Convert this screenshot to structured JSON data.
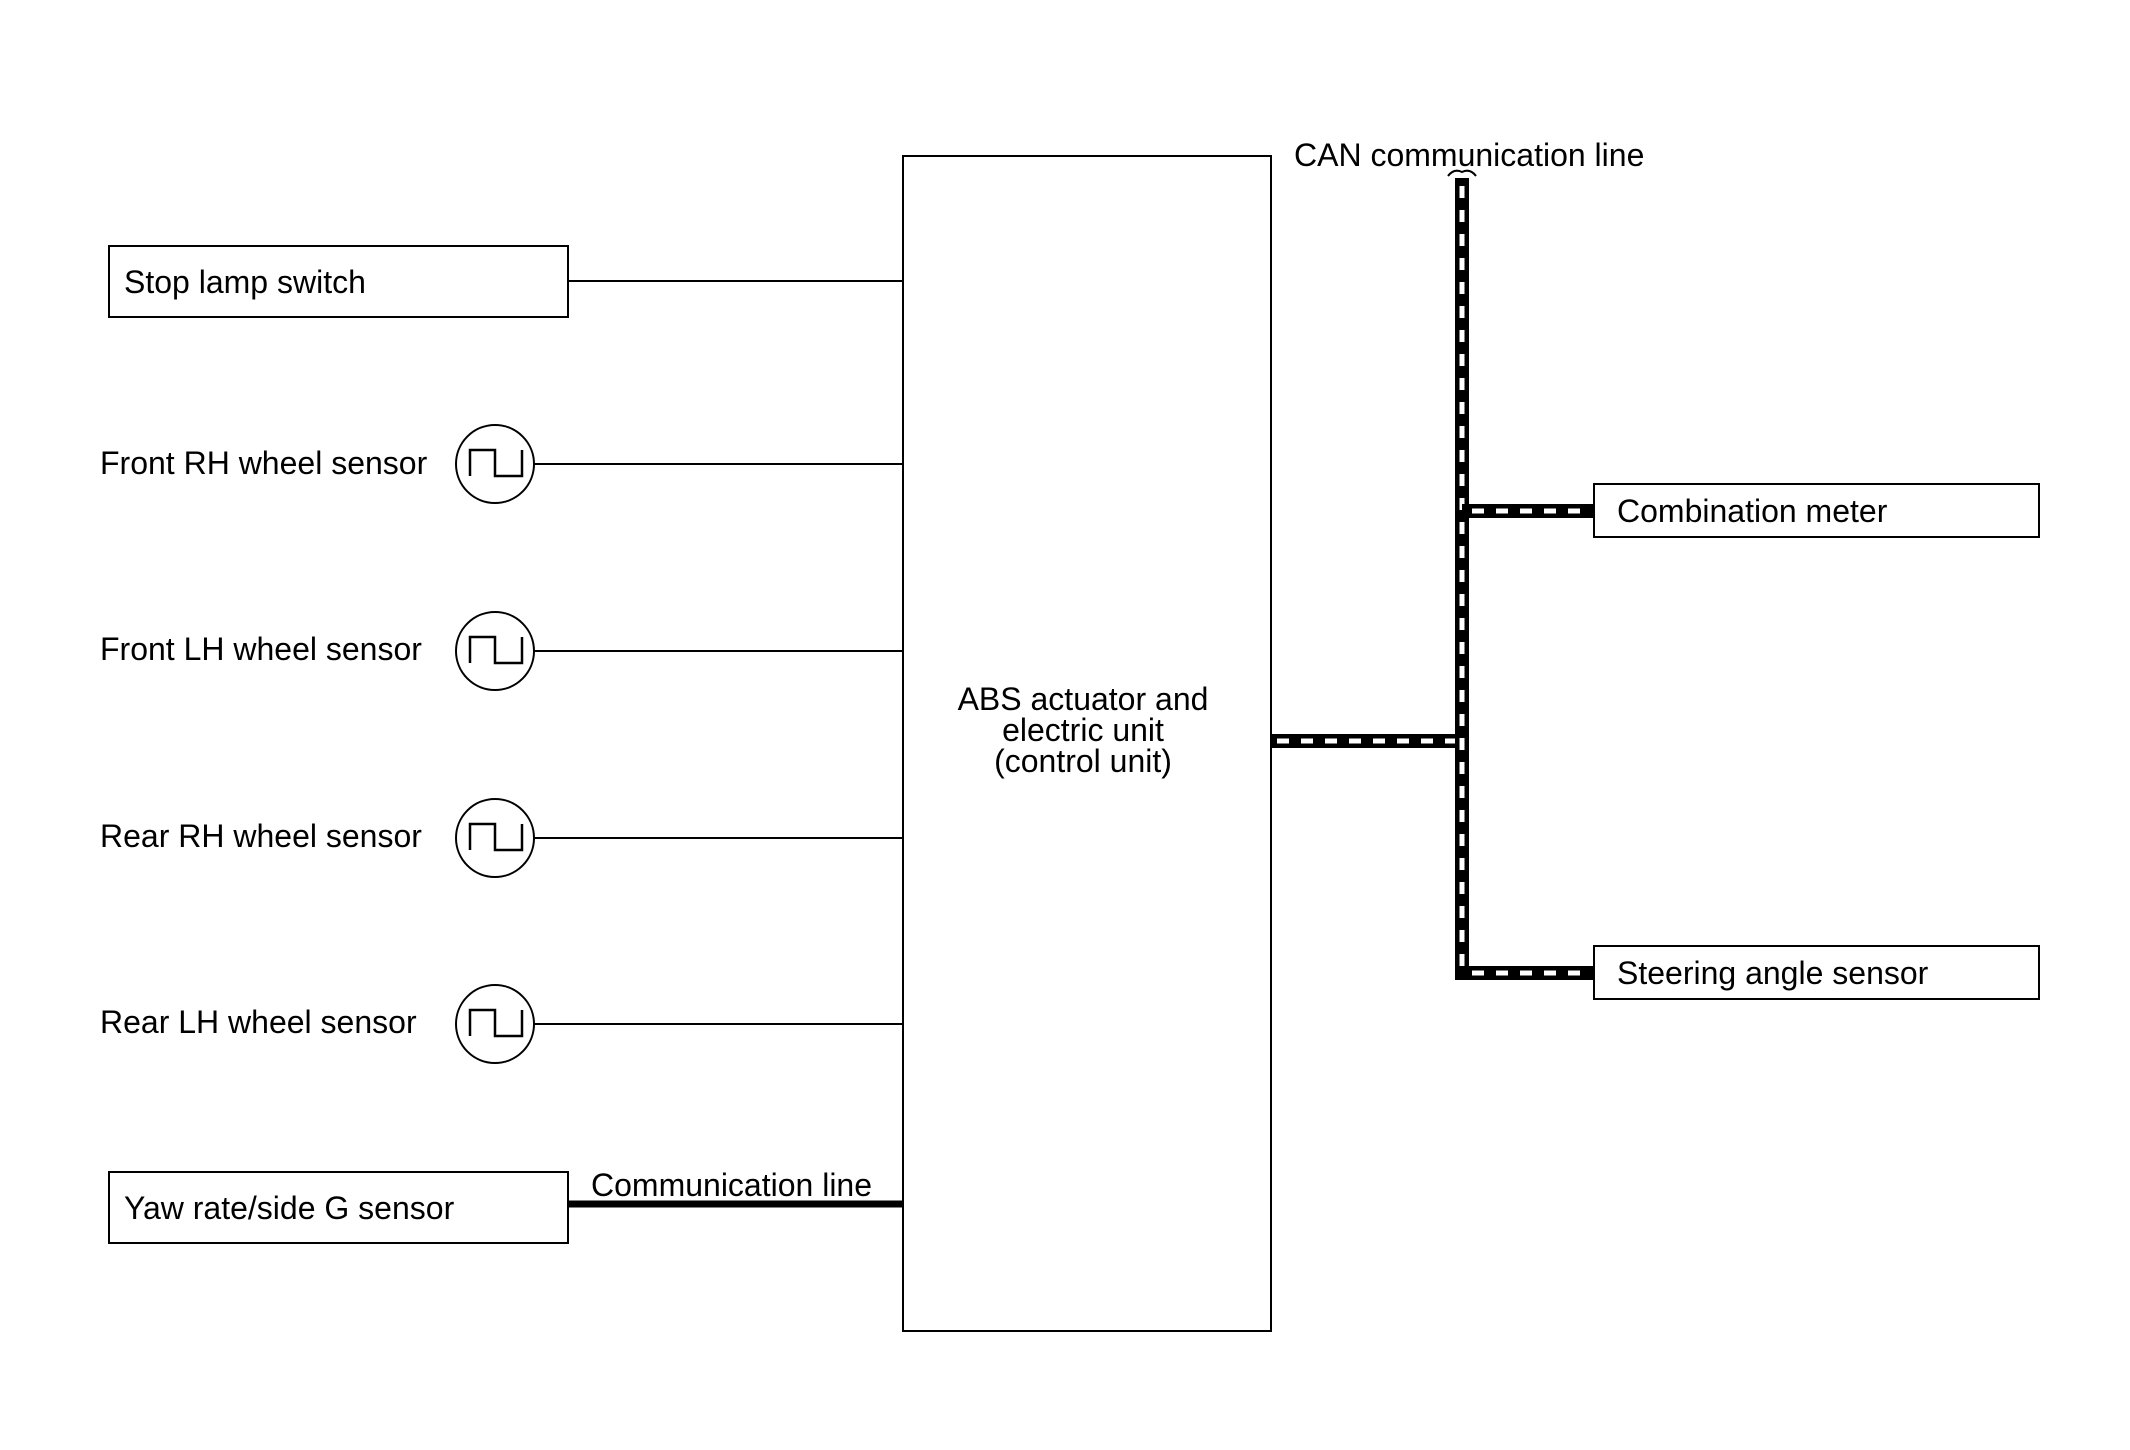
{
  "left_components": {
    "stop_lamp_switch": "Stop lamp switch",
    "front_rh_wheel_sensor": "Front RH wheel sensor",
    "front_lh_wheel_sensor": "Front LH wheel sensor",
    "rear_rh_wheel_sensor": "Rear RH wheel sensor",
    "rear_lh_wheel_sensor": "Rear LH wheel sensor",
    "yaw_rate_side_g_sensor": "Yaw rate/side G sensor"
  },
  "control_unit": {
    "line1": "ABS actuator and",
    "line2": "electric unit",
    "line3": "(control unit)"
  },
  "lines": {
    "communication_line": "Communication line",
    "can_communication_line": "CAN communication line"
  },
  "right_components": {
    "combination_meter": "Combination meter",
    "steering_angle_sensor": "Steering angle sensor"
  },
  "colors": {
    "line": "#000000",
    "background": "#ffffff"
  }
}
